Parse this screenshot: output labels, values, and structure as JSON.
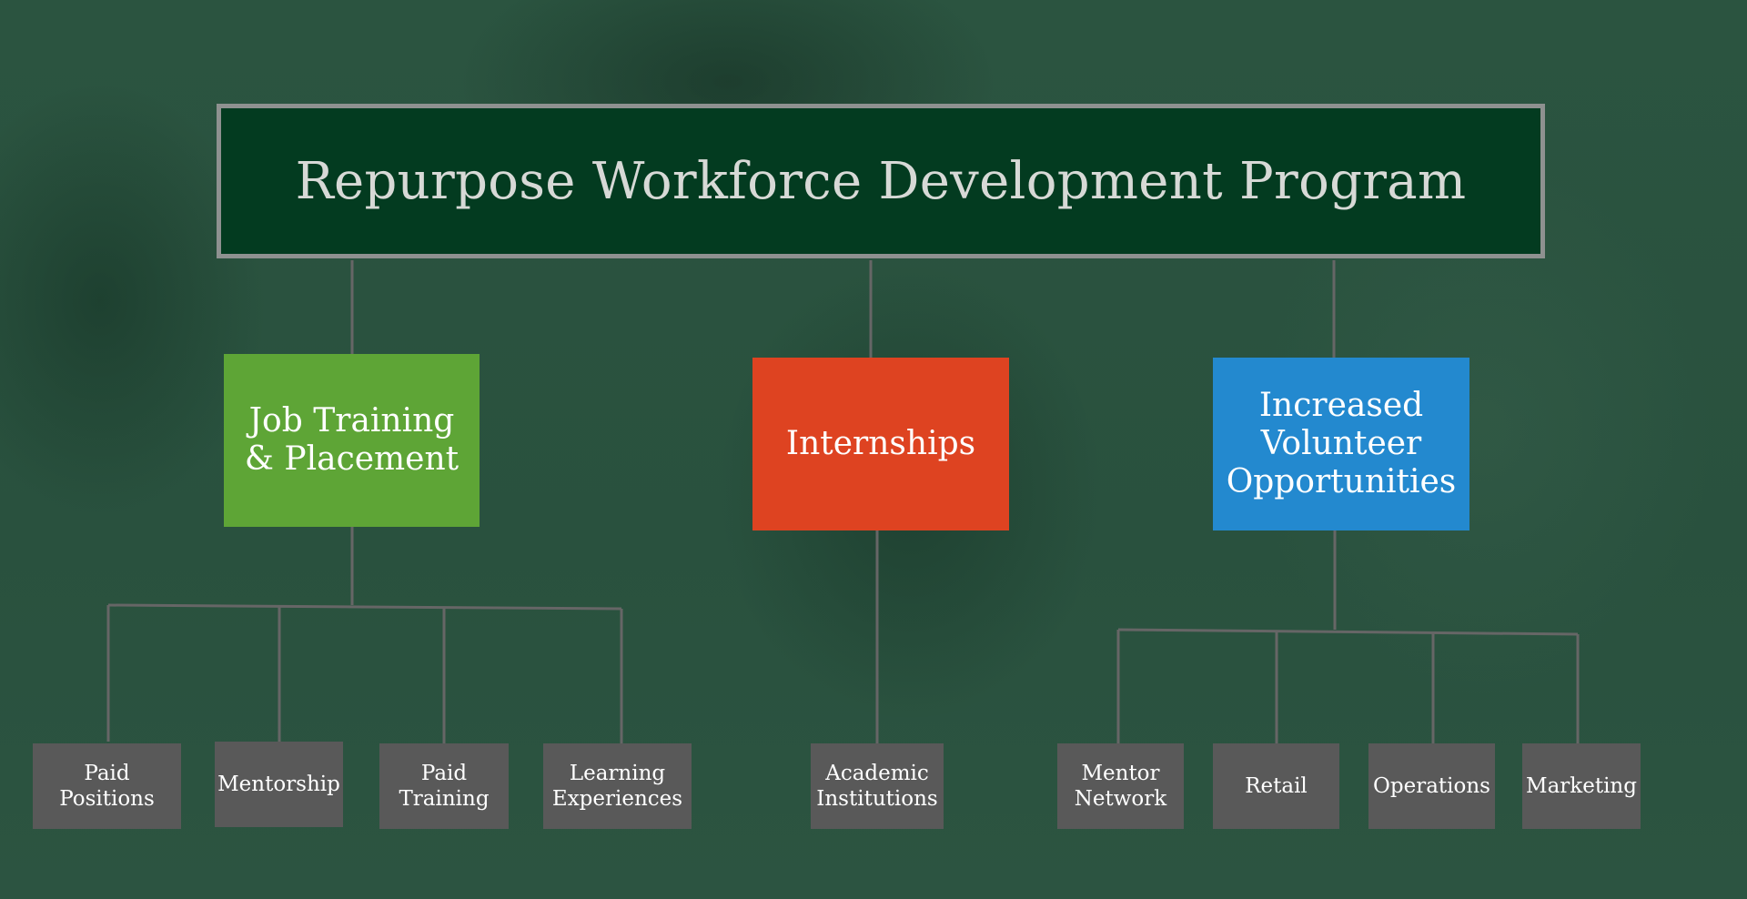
{
  "diagram": {
    "title": "Repurpose Workforce Development Program",
    "colors": {
      "title_bg": "#033b20",
      "title_border": "#8e9190",
      "connector": "#666666",
      "leaf_bg": "#595959"
    },
    "categories": [
      {
        "label": "Job Training & Placement",
        "color": "#5ea536",
        "children": [
          "Paid Positions",
          "Mentorship",
          "Paid Training",
          "Learning Experiences"
        ]
      },
      {
        "label": "Internships",
        "color": "#de4321",
        "children": [
          "Academic Institutions"
        ]
      },
      {
        "label": "Increased Volunteer Opportunities",
        "color": "#2389cf",
        "children": [
          "Mentor Network",
          "Retail",
          "Operations",
          "Marketing"
        ]
      }
    ]
  }
}
